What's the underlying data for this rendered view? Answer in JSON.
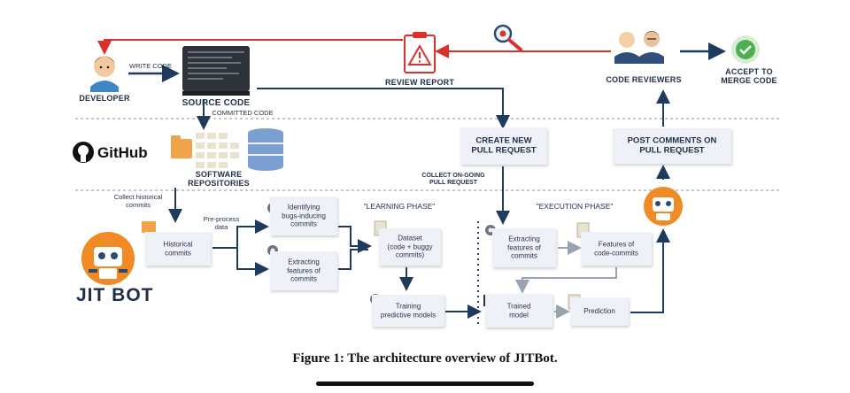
{
  "labels": {
    "write_code": "WRITE CODE",
    "developer": "DEVELOPER",
    "source_code": "SOURCE CODE",
    "committed_code": "COMMITTED CODE",
    "review_report": "REVIEW REPORT",
    "code_reviewers": "CODE REVIEWERS",
    "accept_merge": "ACCEPT TO\nMERGE CODE",
    "github": "GitHub",
    "software_repos": "SOFTWARE\nREPOSITORIES",
    "collect_ongoing": "COLLECT ON-GOING\nPULL REQUEST",
    "collect_historical": "Collect historical\ncommits",
    "preprocess": "Pre-process\ndata",
    "learning_phase": "\"LEARNING PHASE\"",
    "execution_phase": "\"EXECUTION PHASE\"",
    "jitbot": "JIT BOT"
  },
  "boxes": {
    "create_pr": "CREATE NEW\nPULL REQUEST",
    "post_comments": "POST COMMENTS ON\nPULL REQUEST",
    "historical": "Historical\ncommits",
    "identifying": "Identifying\nbugs-inducing\ncommits",
    "extracting_learn": "Extracting\nfeatures of\ncommits",
    "dataset": "Dataset\n(code + buggy\ncommits)",
    "training": "Training\npredictive models",
    "extracting_exec": "Extracting\nfeatures of\ncommits",
    "features_cc": "Features of\ncode-commits",
    "trained": "Trained\nmodel",
    "prediction": "Prediction"
  },
  "caption": "Figure 1: The architecture overview of JITBot.",
  "colors": {
    "navy": "#1f3a5f",
    "red_arrow": "#d9322e",
    "box_fill": "#eef1f8",
    "orange": "#f08a24",
    "green": "#4caf50"
  }
}
